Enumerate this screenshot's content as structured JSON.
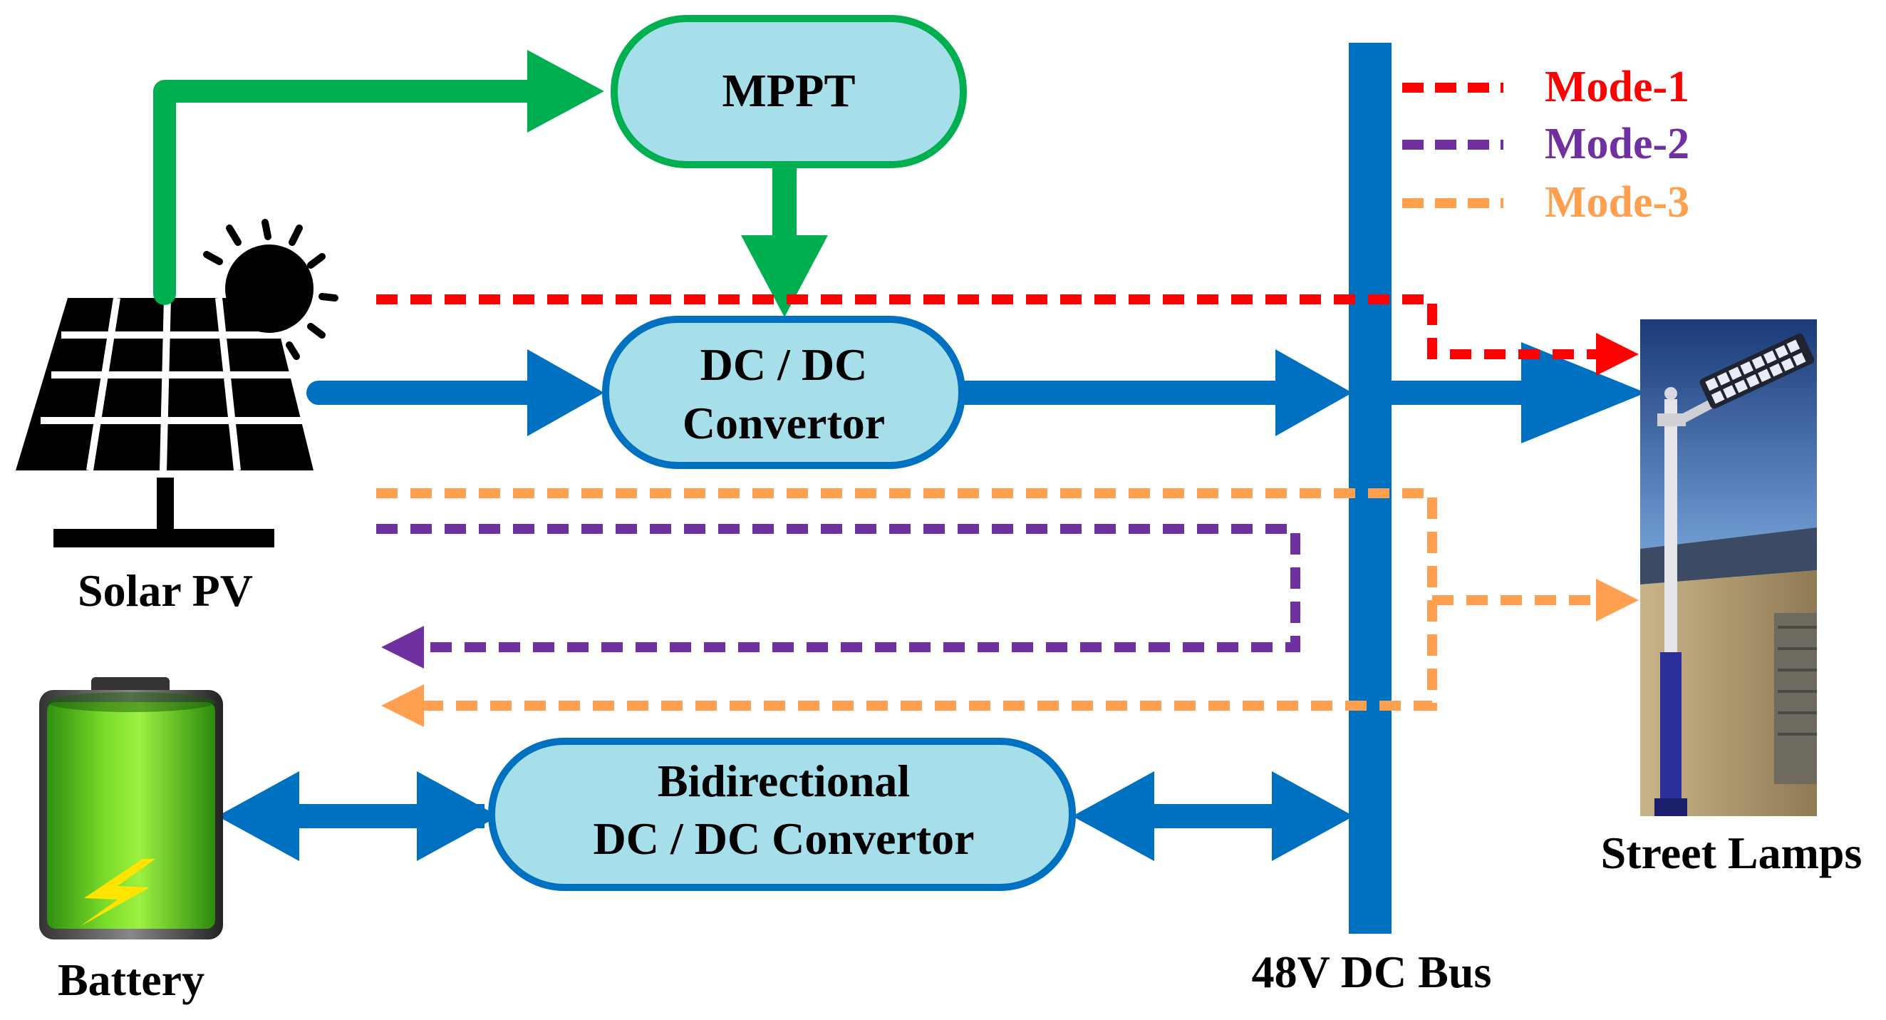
{
  "blocks": {
    "mppt": "MPPT",
    "dcdc_line1": "DC / DC",
    "dcdc_line2": "Convertor",
    "bidir_line1": "Bidirectional",
    "bidir_line2": "DC / DC Convertor"
  },
  "labels": {
    "solar_pv": "Solar PV",
    "battery": "Battery",
    "dc_bus": "48V DC Bus",
    "street_lamps": "Street Lamps"
  },
  "legend": [
    {
      "name": "Mode-1",
      "color": "#ff0000"
    },
    {
      "name": "Mode-2",
      "color": "#7030a0"
    },
    {
      "name": "Mode-3",
      "color": "#ffa050"
    }
  ],
  "colors": {
    "power_flow": "#0070c0",
    "control_flow": "#00b050",
    "block_fill": "#a6dfea",
    "icon_black": "#000000"
  }
}
